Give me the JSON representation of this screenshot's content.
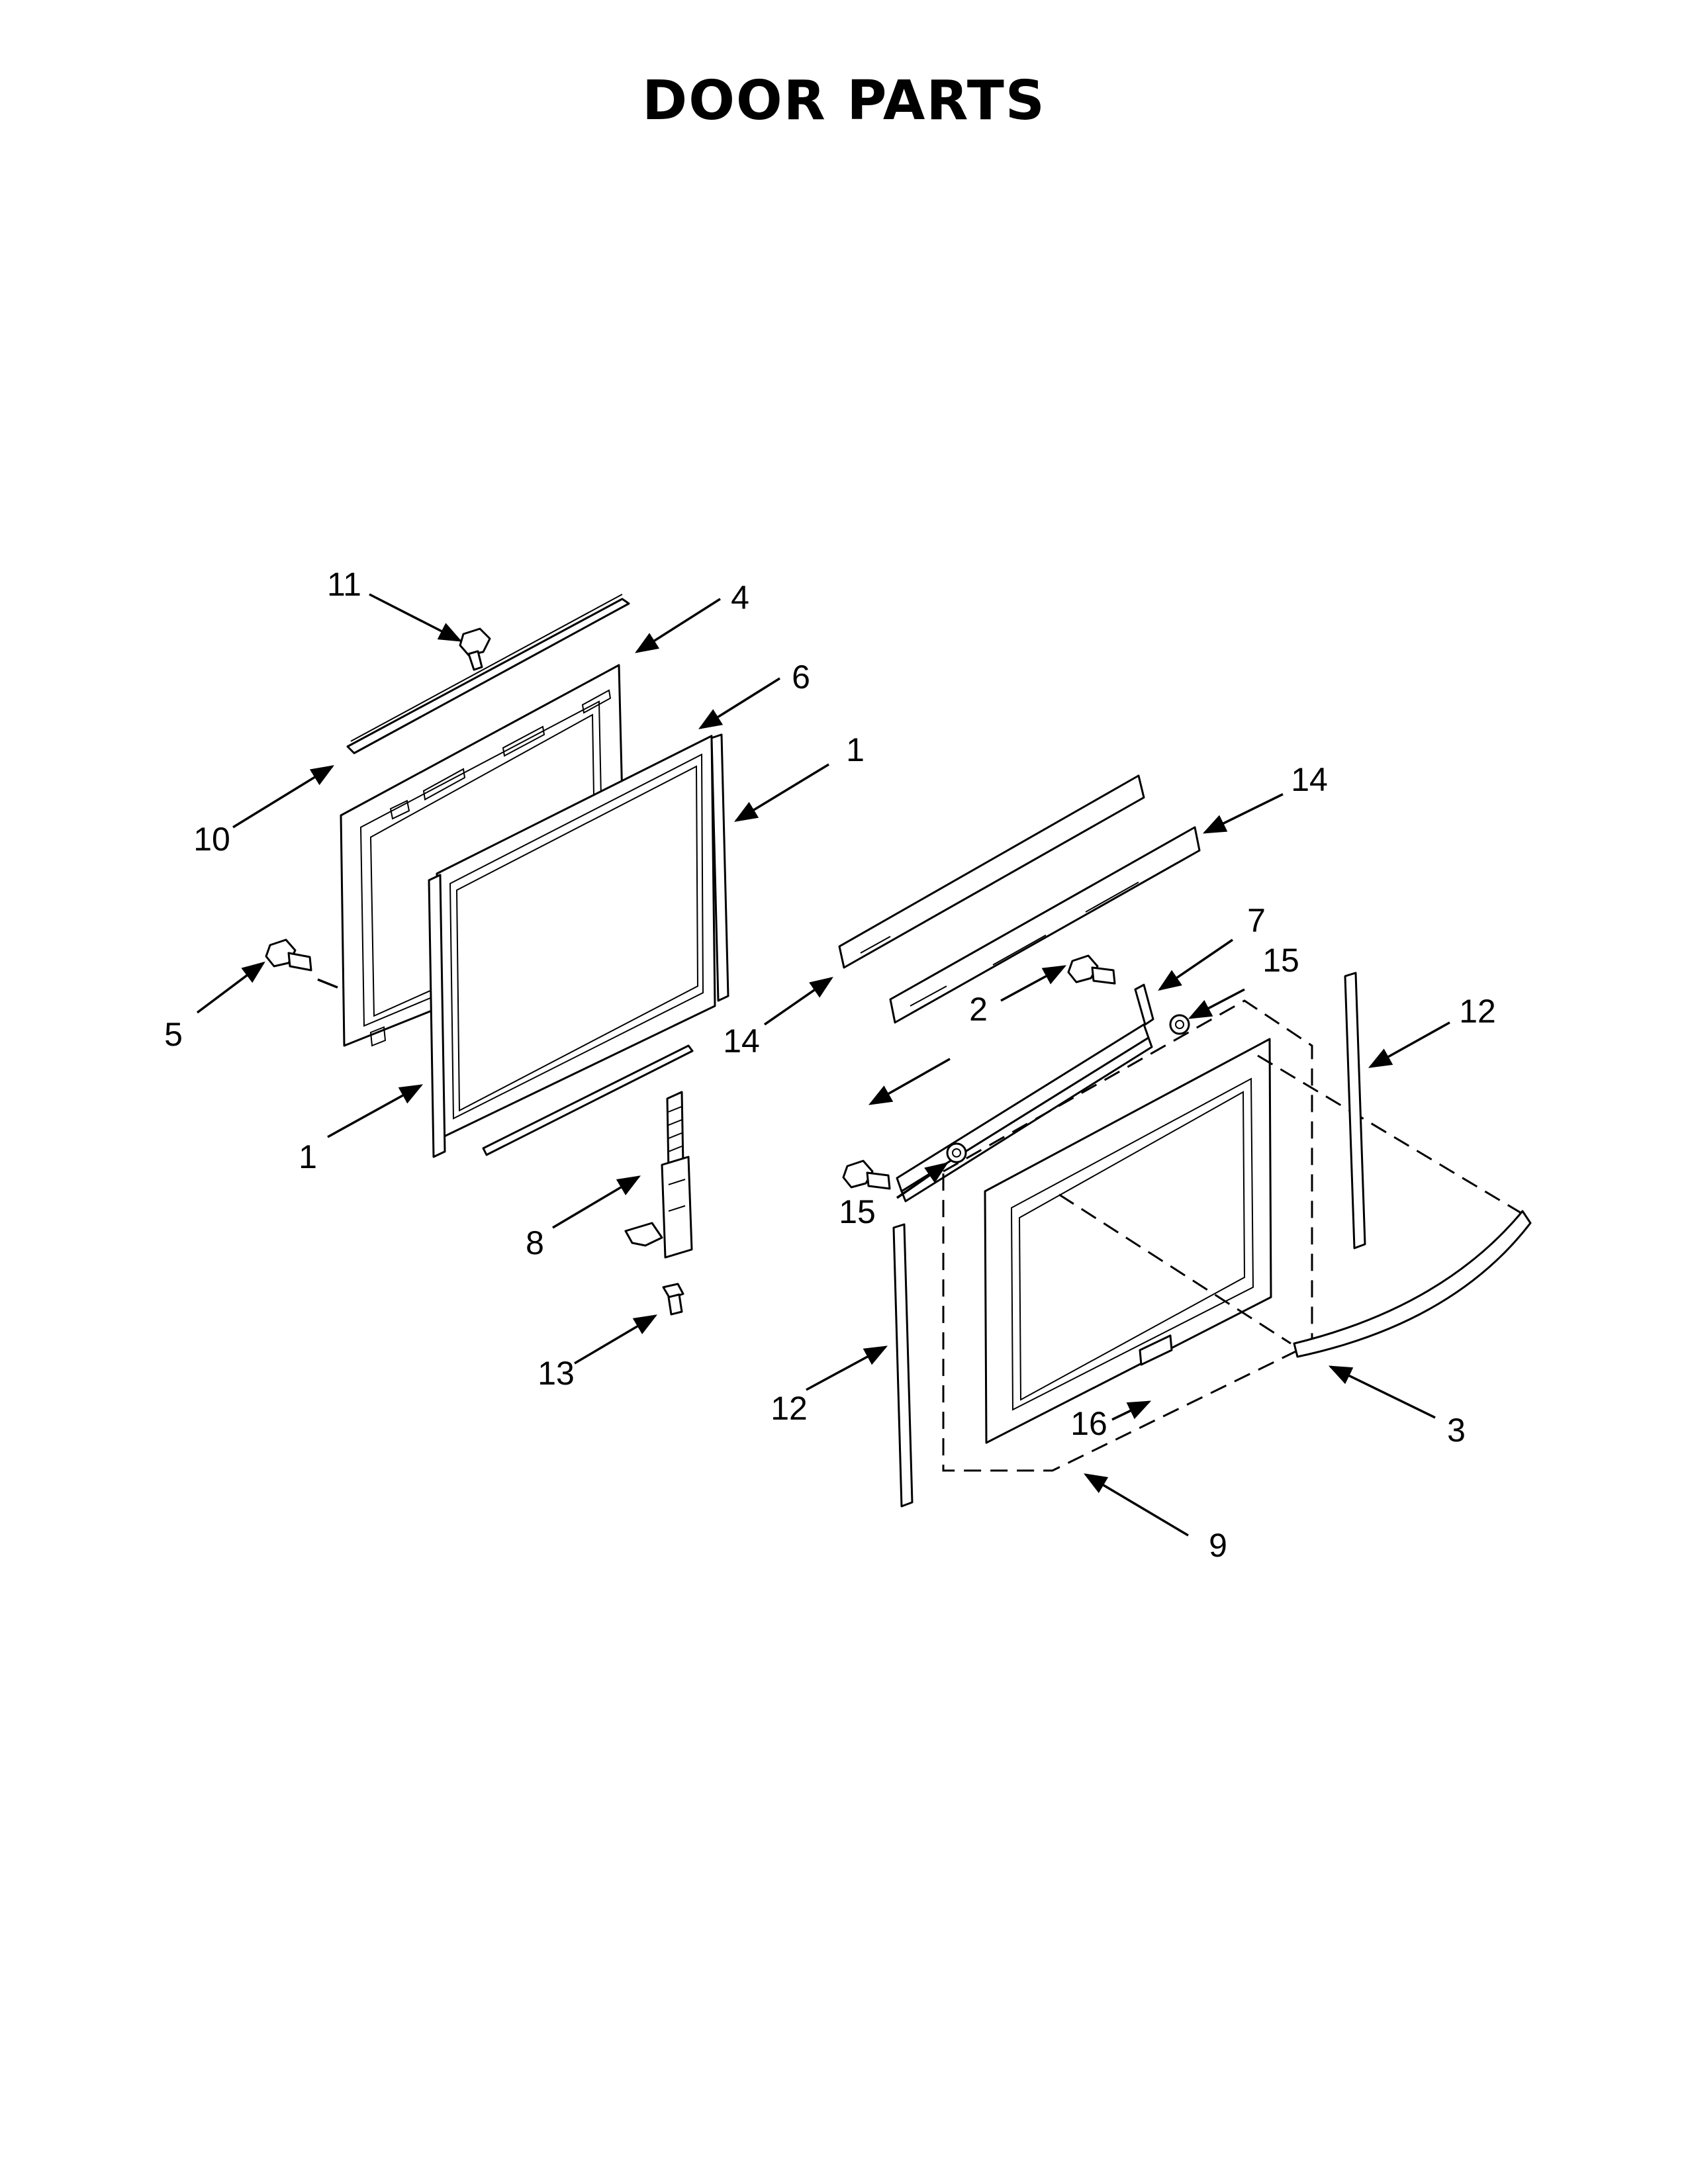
{
  "title": "DOOR PARTS",
  "callouts": [
    "11",
    "4",
    "6",
    "1",
    "10",
    "5",
    "1",
    "14",
    "14",
    "7",
    "15",
    "2",
    "12",
    "15",
    "8",
    "13",
    "12",
    "16",
    "3",
    "9"
  ]
}
